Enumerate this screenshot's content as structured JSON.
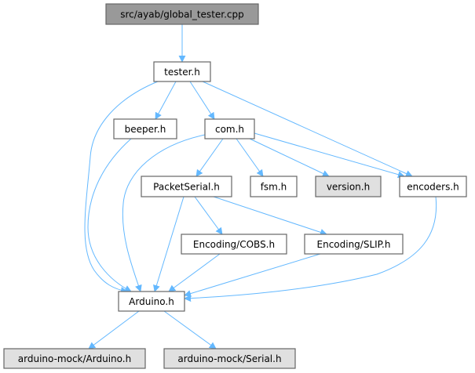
{
  "colors": {
    "edge": "#63b8ff",
    "root_fill": "#999999",
    "node_fill": "#ffffff",
    "external_fill": "#e0e0e0",
    "border": "#666666"
  },
  "nodes": {
    "root": {
      "label": "src/ayab/global_tester.cpp",
      "kind": "root"
    },
    "tester": {
      "label": "tester.h",
      "kind": "internal"
    },
    "beeper": {
      "label": "beeper.h",
      "kind": "internal"
    },
    "com": {
      "label": "com.h",
      "kind": "internal"
    },
    "packetserial": {
      "label": "PacketSerial.h",
      "kind": "internal"
    },
    "fsm": {
      "label": "fsm.h",
      "kind": "internal"
    },
    "version": {
      "label": "version.h",
      "kind": "external"
    },
    "encoders": {
      "label": "encoders.h",
      "kind": "internal"
    },
    "cobs": {
      "label": "Encoding/COBS.h",
      "kind": "internal"
    },
    "slip": {
      "label": "Encoding/SLIP.h",
      "kind": "internal"
    },
    "arduino": {
      "label": "Arduino.h",
      "kind": "internal"
    },
    "mock_arduino": {
      "label": "arduino-mock/Arduino.h",
      "kind": "external"
    },
    "mock_serial": {
      "label": "arduino-mock/Serial.h",
      "kind": "external"
    }
  },
  "edges": [
    [
      "root",
      "tester"
    ],
    [
      "tester",
      "beeper"
    ],
    [
      "tester",
      "com"
    ],
    [
      "tester",
      "arduino"
    ],
    [
      "tester",
      "encoders"
    ],
    [
      "beeper",
      "arduino"
    ],
    [
      "com",
      "arduino"
    ],
    [
      "com",
      "packetserial"
    ],
    [
      "com",
      "fsm"
    ],
    [
      "com",
      "version"
    ],
    [
      "com",
      "encoders"
    ],
    [
      "packetserial",
      "arduino"
    ],
    [
      "packetserial",
      "cobs"
    ],
    [
      "packetserial",
      "slip"
    ],
    [
      "cobs",
      "arduino"
    ],
    [
      "slip",
      "arduino"
    ],
    [
      "encoders",
      "arduino"
    ],
    [
      "arduino",
      "mock_arduino"
    ],
    [
      "arduino",
      "mock_serial"
    ]
  ]
}
